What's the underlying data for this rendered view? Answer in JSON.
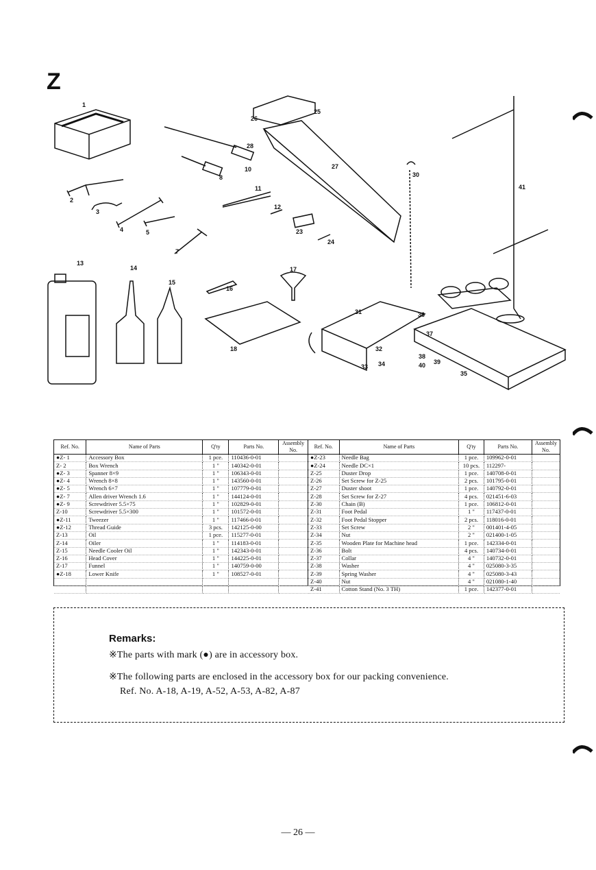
{
  "section_letter": "Z",
  "callouts": [
    "1",
    "2",
    "3",
    "4",
    "5",
    "7",
    "8",
    "10",
    "11",
    "12",
    "13",
    "14",
    "15",
    "16",
    "17",
    "18",
    "23",
    "24",
    "25",
    "26",
    "27",
    "28",
    "30",
    "31",
    "32",
    "33",
    "34",
    "35",
    "36",
    "37",
    "38",
    "39",
    "40",
    "41"
  ],
  "table_headers": {
    "ref_no": "Ref. No.",
    "name": "Name of Parts",
    "qty": "Q'ty",
    "parts_no": "Parts No.",
    "assembly_no": "Assembly No."
  },
  "left_rows": [
    {
      "ref": "●Z- 1",
      "name": "Accessory Box",
      "qty": "1 pce.",
      "pno": "110436-0-01",
      "asm": ""
    },
    {
      "ref": "Z- 2",
      "name": "Box Wrench",
      "qty": "1 \"",
      "pno": "140342-0-01",
      "asm": ""
    },
    {
      "ref": "●Z- 3",
      "name": "Spanner 8×9",
      "qty": "1 \"",
      "pno": "106343-0-01",
      "asm": ""
    },
    {
      "ref": "●Z- 4",
      "name": "Wrench 8×8",
      "qty": "1 \"",
      "pno": "143560-0-01",
      "asm": ""
    },
    {
      "ref": "●Z- 5",
      "name": "Wrench 6×7",
      "qty": "1 \"",
      "pno": "107779-0-01",
      "asm": ""
    },
    {
      "ref": "●Z- 7",
      "name": "Allen driver Wrench 1.6",
      "qty": "1 \"",
      "pno": "144124-0-01",
      "asm": ""
    },
    {
      "ref": "●Z- 9",
      "name": "Screwdriver 5.5×75",
      "qty": "1 \"",
      "pno": "102829-0-01",
      "asm": ""
    },
    {
      "ref": "Z-10",
      "name": "Screwdriver 5.5×300",
      "qty": "1 \"",
      "pno": "101572-0-01",
      "asm": ""
    },
    {
      "ref": "●Z-11",
      "name": "Tweezer",
      "qty": "1 \"",
      "pno": "117466-0-01",
      "asm": ""
    },
    {
      "ref": "●Z-12",
      "name": "Thread Guide",
      "qty": "3 pcs.",
      "pno": "142125-0-00",
      "asm": ""
    },
    {
      "ref": "Z-13",
      "name": "Oil",
      "qty": "1 pce.",
      "pno": "115277-0-01",
      "asm": ""
    },
    {
      "ref": "Z-14",
      "name": "Oiler",
      "qty": "1 \"",
      "pno": "114183-0-01",
      "asm": ""
    },
    {
      "ref": "Z-15",
      "name": "Needle Cooler Oil",
      "qty": "1 \"",
      "pno": "142343-0-01",
      "asm": ""
    },
    {
      "ref": "Z-16",
      "name": "Head Cover",
      "qty": "1 \"",
      "pno": "144225-0-01",
      "asm": ""
    },
    {
      "ref": "Z-17",
      "name": "Funnel",
      "qty": "1 \"",
      "pno": "140759-0-00",
      "asm": ""
    },
    {
      "ref": "●Z-18",
      "name": "Lower Knife",
      "qty": "1 \"",
      "pno": "108527-0-01",
      "asm": ""
    },
    {
      "ref": "",
      "name": "",
      "qty": "",
      "pno": "",
      "asm": ""
    },
    {
      "ref": "",
      "name": "",
      "qty": "",
      "pno": "",
      "asm": ""
    }
  ],
  "right_rows": [
    {
      "ref": "●Z-23",
      "name": "Needle Bag",
      "qty": "1 pce.",
      "pno": "109962-0-01",
      "asm": ""
    },
    {
      "ref": "●Z-24",
      "name": "Needle DC×1",
      "qty": "10 pcs.",
      "pno": "112297-",
      "asm": ""
    },
    {
      "ref": "Z-25",
      "name": "Duster Drop",
      "qty": "1 pce.",
      "pno": "140708-0-01",
      "asm": ""
    },
    {
      "ref": "Z-26",
      "name": "Set Screw for Z-25",
      "qty": "2 pcs.",
      "pno": "101795-0-01",
      "asm": ""
    },
    {
      "ref": "Z-27",
      "name": "Duster shoot",
      "qty": "1 pce.",
      "pno": "140792-0-01",
      "asm": ""
    },
    {
      "ref": "Z-28",
      "name": "Set Screw for Z-27",
      "qty": "4 pcs.",
      "pno": "021451-6-03",
      "asm": ""
    },
    {
      "ref": "Z-30",
      "name": "Chain (B)",
      "qty": "1 pce.",
      "pno": "106812-0-01",
      "asm": ""
    },
    {
      "ref": "Z-31",
      "name": "Foot Pedal",
      "qty": "1 \"",
      "pno": "117437-0-01",
      "asm": ""
    },
    {
      "ref": "Z-32",
      "name": "Foot Pedal Stopper",
      "qty": "2 pcs.",
      "pno": "118016-0-01",
      "asm": ""
    },
    {
      "ref": "Z-33",
      "name": "Set Screw",
      "qty": "2 \"",
      "pno": "001401-4-05",
      "asm": ""
    },
    {
      "ref": "Z-34",
      "name": "Nut",
      "qty": "2 \"",
      "pno": "021400-1-05",
      "asm": ""
    },
    {
      "ref": "Z-35",
      "name": "Wooden Plate for Machine head",
      "qty": "1 pce.",
      "pno": "142334-0-01",
      "asm": ""
    },
    {
      "ref": "Z-36",
      "name": "Bolt",
      "qty": "4 pcs.",
      "pno": "140734-0-01",
      "asm": ""
    },
    {
      "ref": "Z-37",
      "name": "Collar",
      "qty": "4 \"",
      "pno": "140732-0-01",
      "asm": ""
    },
    {
      "ref": "Z-38",
      "name": "Washer",
      "qty": "4 \"",
      "pno": "025080-3-35",
      "asm": ""
    },
    {
      "ref": "Z-39",
      "name": "Spring Washer",
      "qty": "4 \"",
      "pno": "025080-3-43",
      "asm": ""
    },
    {
      "ref": "Z-40",
      "name": "Nut",
      "qty": "4 \"",
      "pno": "021080-1-40",
      "asm": ""
    },
    {
      "ref": "Z-41",
      "name": "Cotton Stand (No. 3 TH)",
      "qty": "1 pce.",
      "pno": "142377-0-01",
      "asm": ""
    }
  ],
  "remarks": {
    "title": "Remarks:",
    "line1": "※The parts with mark (●) are in accessory box.",
    "line2": "※The following parts are enclosed in the accessory box for our packing convenience.",
    "line3": "Ref. No. A-18, A-19, A-52, A-53, A-82, A-87"
  },
  "page_number": "— 26 —"
}
